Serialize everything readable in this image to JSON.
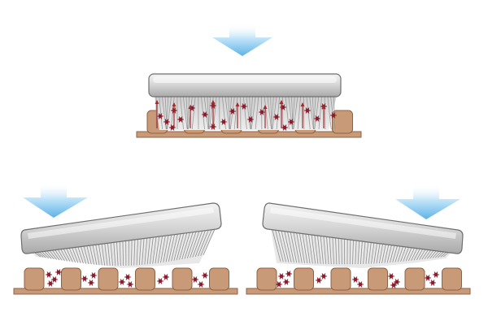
{
  "diagram": {
    "panels": [
      {
        "id": "top-panel",
        "pressure": "vertical",
        "arrow": "down",
        "head_tilt": "level"
      },
      {
        "id": "left-panel",
        "pressure": "angled",
        "arrow": "down-right",
        "head_tilt": "raised-right"
      },
      {
        "id": "right-panel",
        "pressure": "angled",
        "arrow": "down-left",
        "head_tilt": "raised-left"
      }
    ],
    "colors": {
      "arrow": "#7fc3ee",
      "brush_head": "#d4d4d4",
      "bristles": "#a6a6a6",
      "gum": "#c89a78",
      "gum_outline": "#8d6346",
      "particles": "#8b1f2e",
      "motion_arrows": "#a52a2a"
    }
  }
}
